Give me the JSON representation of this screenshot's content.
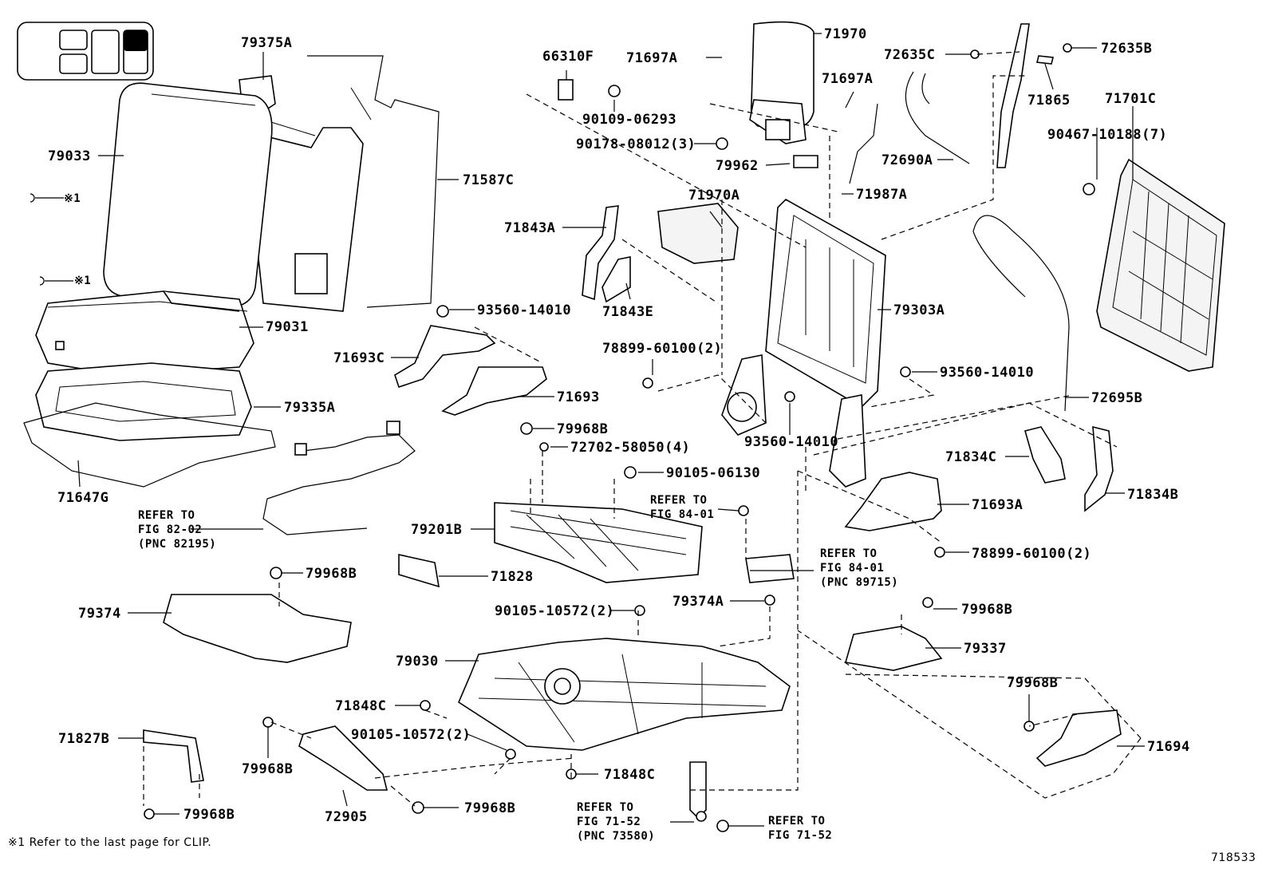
{
  "diagram": {
    "labels": {
      "79375A": "79375A",
      "79033": "79033",
      "71587C": "71587C",
      "clip1": "※1",
      "clip2": "※1",
      "79031": "79031",
      "79335A": "79335A",
      "71647G": "71647G",
      "66310F": "66310F",
      "71697A_1": "71697A",
      "71970": "71970",
      "90109_06293": "90109-06293",
      "90178_08012": "90178-08012(3)",
      "71697A_2": "71697A",
      "72635C": "72635C",
      "72635B": "72635B",
      "71865": "71865",
      "71701C": "71701C",
      "90467_10188": "90467-10188(7)",
      "79962": "79962",
      "72690A": "72690A",
      "71970A": "71970A",
      "71987A": "71987A",
      "71843A": "71843A",
      "71843E": "71843E",
      "79303A": "79303A",
      "93560_14010_a": "93560-14010",
      "71693C": "71693C",
      "71693": "71693",
      "79968B_1": "79968B",
      "78899_60100_a": "78899-60100(2)",
      "93560_14010_b": "93560-14010",
      "93560_14010_c": "93560-14010",
      "72695B": "72695B",
      "72702_58050": "72702-58050(4)",
      "71834C": "71834C",
      "90105_06130": "90105-06130",
      "71834B": "71834B",
      "71693A": "71693A",
      "79201B": "79201B",
      "71828": "71828",
      "78899_60100_b": "78899-60100(2)",
      "79968B_2": "79968B",
      "79374": "79374",
      "90105_10572_a": "90105-10572(2)",
      "79374A": "79374A",
      "79968B_3": "79968B",
      "79337": "79337",
      "79030": "79030",
      "71848C_1": "71848C",
      "90105_10572_b": "90105-10572(2)",
      "79968B_4": "79968B",
      "71827B": "71827B",
      "71694": "71694",
      "79968B_5": "79968B",
      "72905": "72905",
      "71848C_2": "71848C",
      "79968B_6": "79968B",
      "79968B_7": "79968B"
    },
    "refs": {
      "fig8202_l1": "REFER TO",
      "fig8202_l2": "FIG 82-02",
      "fig8202_l3": "(PNC 82195)",
      "fig8401a_l1": "REFER TO",
      "fig8401a_l2": "FIG 84-01",
      "fig8401b_l1": "REFER TO",
      "fig8401b_l2": "FIG 84-01",
      "fig8401b_l3": "(PNC 89715)",
      "fig7152a_l1": "REFER TO",
      "fig7152a_l2": "FIG 71-52",
      "fig7152a_l3": "(PNC 73580)",
      "fig7152b_l1": "REFER TO",
      "fig7152b_l2": "FIG 71-52"
    },
    "footnote": "※1 Refer to the last page for CLIP.",
    "illustration_id": "718533"
  }
}
